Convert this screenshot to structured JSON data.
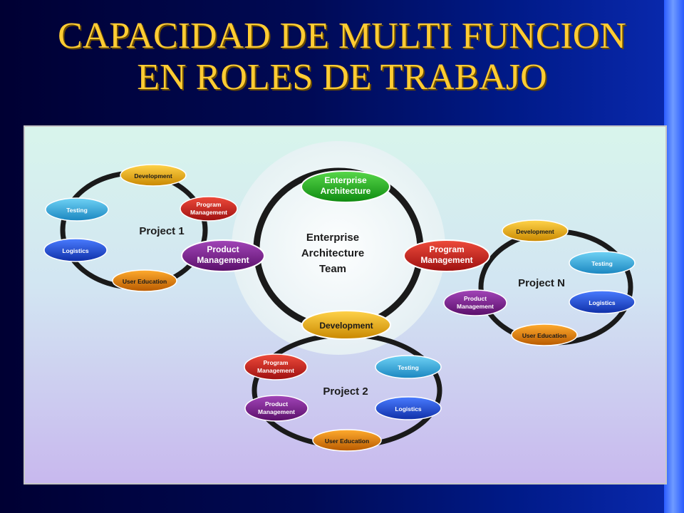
{
  "title": {
    "line1": "CAPACIDAD DE MULTI FUNCION",
    "line2": "EN ROLES DE TRABAJO"
  },
  "colors": {
    "title": "#ffcc33",
    "development": "#d9a000",
    "testing": "#2aa6d8",
    "logistics": "#1a4fd8",
    "program_management": "#c81e1e",
    "product_management": "#7a1a8a",
    "user_education": "#e07a00",
    "enterprise_architecture": "#18a818"
  },
  "center": {
    "label": [
      "Enterprise",
      "Architecture",
      "Team"
    ],
    "top": [
      "Enterprise",
      "Architecture"
    ],
    "right": [
      "Program",
      "Management"
    ],
    "left": [
      "Product",
      "Management"
    ],
    "bottom": [
      "Development"
    ]
  },
  "project1": {
    "label": "Project 1",
    "development": "Development",
    "program_management": [
      "Program",
      "Management"
    ],
    "testing": "Testing",
    "logistics": "Logistics",
    "user_education": "User Education"
  },
  "projectN": {
    "label": "Project N",
    "development": "Development",
    "testing": "Testing",
    "logistics": "Logistics",
    "product_management": [
      "Product",
      "Management"
    ],
    "user_education": "User Education"
  },
  "project2": {
    "label": "Project 2",
    "program_management": [
      "Program",
      "Management"
    ],
    "testing": "Testing",
    "product_management": [
      "Product",
      "Management"
    ],
    "logistics": "Logistics",
    "user_education": "User Education"
  }
}
